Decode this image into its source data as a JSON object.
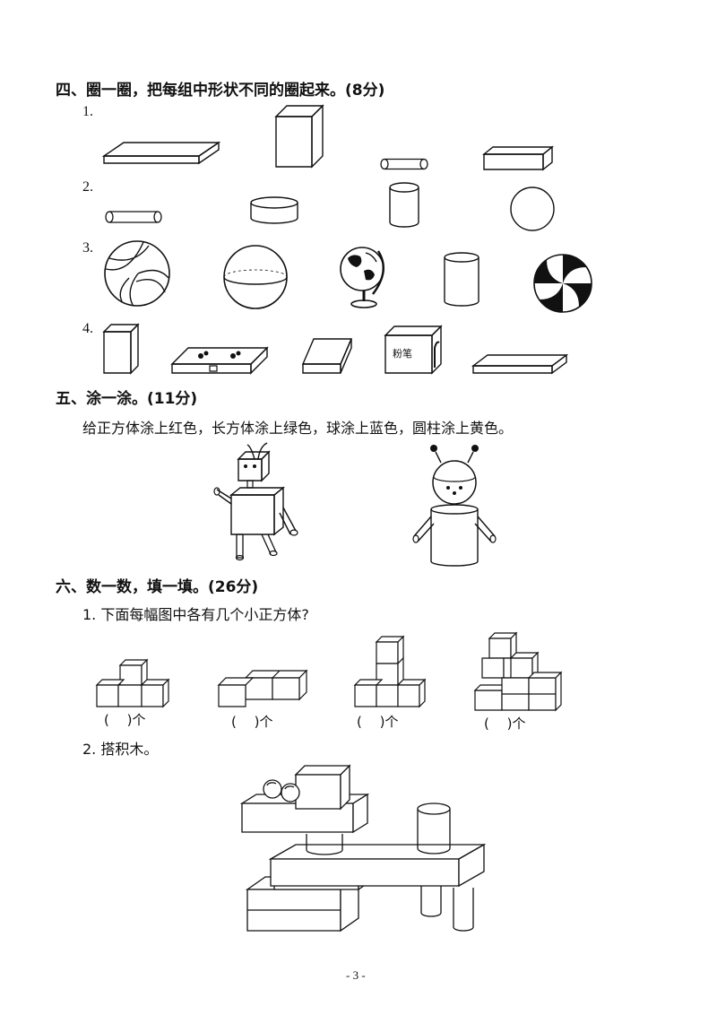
{
  "section4": {
    "heading": "四、圈一圈，把每组中形状不同的圈起来。(8分)",
    "items": [
      "1.",
      "2.",
      "3.",
      "4."
    ],
    "chalk_box_label": "粉笔"
  },
  "section5": {
    "heading": "五、涂一涂。(11分)",
    "instruction": "给正方体涂上红色，长方体涂上绿色，球涂上蓝色，圆柱涂上黄色。"
  },
  "section6": {
    "heading": "六、数一数，填一填。(26分)",
    "q1": "1. 下面每幅图中各有几个小正方体?",
    "answers": [
      "(　 )个",
      "(　 )个",
      "(　 )个",
      "(　 )个"
    ],
    "q2": "2. 搭积木。"
  },
  "footer": {
    "page_number": "- 3 -"
  }
}
